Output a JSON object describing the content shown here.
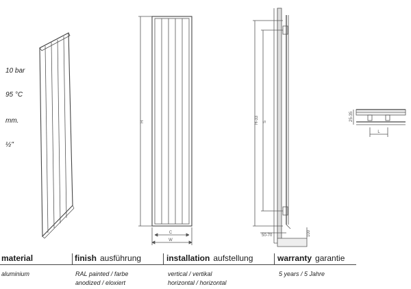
{
  "specs": {
    "pressure": "10 bar",
    "temperature": "95 °C",
    "unit": "mm.",
    "connection": "½\""
  },
  "dimension_labels": {
    "height_front": "H",
    "height_side": "H-33",
    "width_inner": "C",
    "width_outer": "W",
    "side_gap": "S",
    "wall_distance": "50-70",
    "bottom": "100",
    "depth": "25-35",
    "spacing": "L"
  },
  "table": {
    "columns": [
      {
        "label": "material",
        "sub": "",
        "values": [
          "aluminium"
        ]
      },
      {
        "label": "finish",
        "sub": "ausführung",
        "values": [
          "RAL painted / farbe",
          "anodized / eloxiert"
        ]
      },
      {
        "label": "installation",
        "sub": "aufstellung",
        "values": [
          "vertical / vertikal",
          "horizontal / horizontal"
        ]
      },
      {
        "label": "warranty",
        "sub": "garantie",
        "values": [
          "5 years / 5 Jahre"
        ]
      }
    ]
  }
}
